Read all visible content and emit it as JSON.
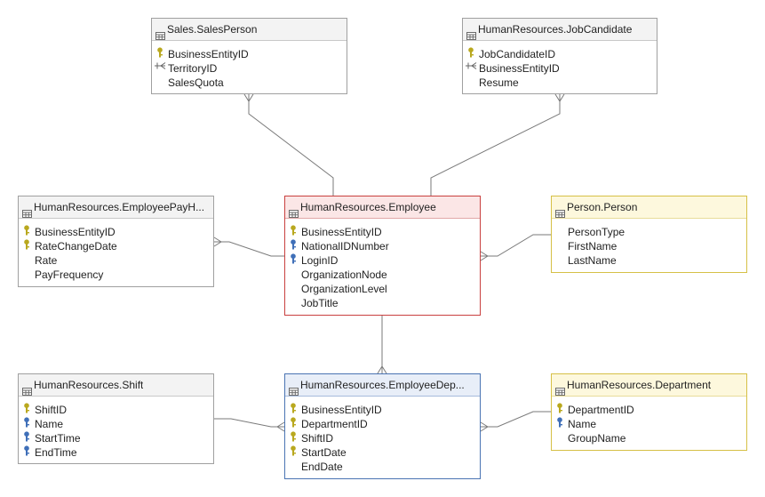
{
  "colors": {
    "line": "#7a7a7a",
    "pk_key": "#b9a81e",
    "index_key": "#3f6fb8",
    "fk": "#666666"
  },
  "tables": {
    "salesperson": {
      "title": "Sales.SalesPerson",
      "columns": [
        {
          "name": "BusinessEntityID",
          "icon": "primary-key-icon"
        },
        {
          "name": "TerritoryID",
          "icon": "foreign-key-icon"
        },
        {
          "name": "SalesQuota",
          "icon": ""
        }
      ]
    },
    "jobcandidate": {
      "title": "HumanResources.JobCandidate",
      "columns": [
        {
          "name": "JobCandidateID",
          "icon": "primary-key-icon"
        },
        {
          "name": "BusinessEntityID",
          "icon": "foreign-key-icon"
        },
        {
          "name": "Resume",
          "icon": ""
        }
      ]
    },
    "payhistory": {
      "title": "HumanResources.EmployeePayH...",
      "columns": [
        {
          "name": "BusinessEntityID",
          "icon": "primary-key-icon"
        },
        {
          "name": "RateChangeDate",
          "icon": "primary-key-icon"
        },
        {
          "name": "Rate",
          "icon": ""
        },
        {
          "name": "PayFrequency",
          "icon": ""
        }
      ]
    },
    "employee": {
      "title": "HumanResources.Employee",
      "columns": [
        {
          "name": "BusinessEntityID",
          "icon": "primary-key-icon"
        },
        {
          "name": "NationalIDNumber",
          "icon": "index-key-icon"
        },
        {
          "name": "LoginID",
          "icon": "index-key-icon"
        },
        {
          "name": "OrganizationNode",
          "icon": ""
        },
        {
          "name": "OrganizationLevel",
          "icon": ""
        },
        {
          "name": "JobTitle",
          "icon": ""
        }
      ]
    },
    "person": {
      "title": "Person.Person",
      "columns": [
        {
          "name": "PersonType",
          "icon": ""
        },
        {
          "name": "FirstName",
          "icon": ""
        },
        {
          "name": "LastName",
          "icon": ""
        }
      ]
    },
    "shift": {
      "title": "HumanResources.Shift",
      "columns": [
        {
          "name": "ShiftID",
          "icon": "primary-key-icon"
        },
        {
          "name": "Name",
          "icon": "index-key-icon"
        },
        {
          "name": "StartTime",
          "icon": "index-key-icon"
        },
        {
          "name": "EndTime",
          "icon": "index-key-icon"
        }
      ]
    },
    "deptHistory": {
      "title": "HumanResources.EmployeeDep...",
      "columns": [
        {
          "name": "BusinessEntityID",
          "icon": "primary-key-icon"
        },
        {
          "name": "DepartmentID",
          "icon": "primary-key-icon"
        },
        {
          "name": "ShiftID",
          "icon": "primary-key-icon"
        },
        {
          "name": "StartDate",
          "icon": "primary-key-icon"
        },
        {
          "name": "EndDate",
          "icon": ""
        }
      ]
    },
    "department": {
      "title": "HumanResources.Department",
      "columns": [
        {
          "name": "DepartmentID",
          "icon": "primary-key-icon"
        },
        {
          "name": "Name",
          "icon": "index-key-icon"
        },
        {
          "name": "GroupName",
          "icon": ""
        }
      ]
    }
  }
}
